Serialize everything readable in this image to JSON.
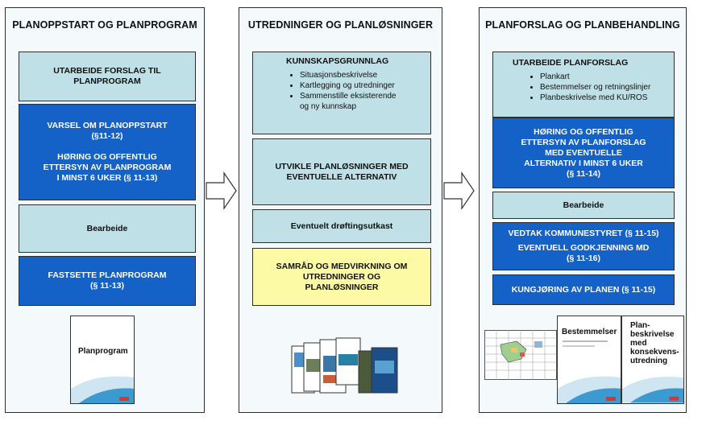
{
  "columns": [
    {
      "title": "PLANOPPSTART OG PLANPROGRAM",
      "box1": [
        "UTARBEIDE FORSLAG TIL",
        "PLANPROGRAM"
      ],
      "box2a": [
        "VARSEL OM PLANOPPSTART",
        "(§11-12)"
      ],
      "box2b": [
        "HØRING OG OFFENTLIG",
        "ETTERSYN AV PLANPROGRAM",
        "I MINST 6 UKER (§ 11-13)"
      ],
      "box3": "Bearbeide",
      "box4": [
        "FASTSETTE PLANPROGRAM",
        "(§ 11-13)"
      ],
      "doc_label": "Planprogram"
    },
    {
      "title": "UTREDNINGER OG PLANLØSNINGER",
      "box1_heading": "KUNNSKAPSGRUNNLAG",
      "box1_items": [
        "Situasjonsbeskrivelse",
        "Kartlegging og utredninger",
        "Sammenstille eksisterende",
        "og ny kunnskap"
      ],
      "box2": [
        "UTVIKLE PLANLØSNINGER MED",
        "EVENTUELLE ALTERNATIV"
      ],
      "box3": "Eventuelt drøftingsutkast",
      "box4": [
        "SAMRÅD OG MEDVIRKNING OM",
        "UTREDNINGER OG",
        "PLANLØSNINGER"
      ]
    },
    {
      "title": "PLANFORSLAG OG PLANBEHANDLING",
      "box1_heading": "UTARBEIDE PLANFORSLAG",
      "box1_items": [
        "Plankart",
        "Bestemmelser og retningslinjer",
        "Planbeskrivelse med KU/ROS"
      ],
      "box2": [
        "HØRING OG OFFENTLIG",
        "ETTERSYN AV PLANFORSLAG",
        "MED EVENTUELLE",
        "ALTERNATIV I MINST 6 UKER",
        "(§ 11-14)"
      ],
      "box3": "Bearbeide",
      "box4a": "VEDTAK KOMMUNESTYRET (§ 11-15)",
      "box4b": [
        "EVENTUELL GODKJENNING MD",
        "(§ 11-16)"
      ],
      "box5": "KUNGJØRING AV PLANEN (§ 11-15)",
      "doc1_label": "Bestemmelser",
      "doc2_label": [
        "Plan-",
        "beskrivelse",
        "med",
        "konsekvens-",
        "utredning"
      ]
    }
  ],
  "colors": {
    "light_box": "#bfe0e6",
    "dark_box": "#1462c8",
    "yellow_box": "#fdfaa6"
  },
  "icons": [
    "arrow-right-icon",
    "document-icon",
    "map-icon",
    "brochure-photos-icon"
  ]
}
